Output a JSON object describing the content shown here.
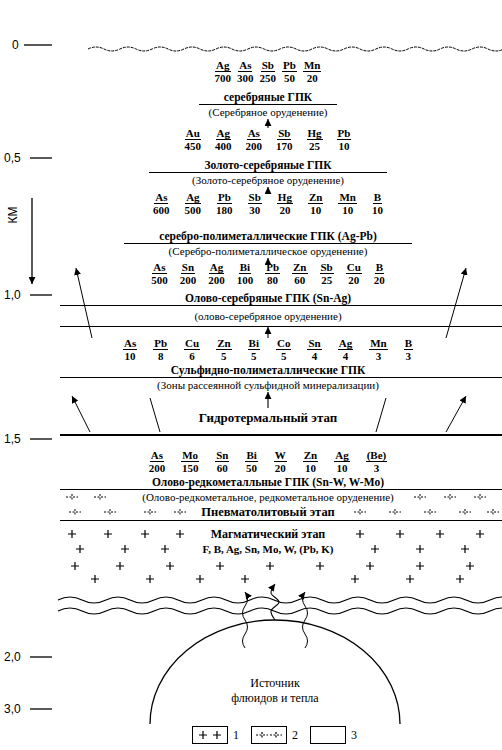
{
  "diagram": {
    "nodes": [
      {
        "text": [
          "Ag",
          "700",
          "As",
          "300",
          "Sb",
          "250",
          "Pb",
          "50",
          "Mn",
          "20",
          "серебряные ГПК",
          "(Серебряное оруденение)"
        ]
      },
      {
        "text": [
          "Au",
          "450",
          "Ag",
          "400",
          "As",
          "200",
          "Sb",
          "170",
          "Hg",
          "25",
          "Pb",
          "10",
          "Золото-серебряные ГПК",
          "(Золото-серебряное оруденение)"
        ]
      },
      {
        "text": [
          "As",
          "600",
          "Ag",
          "500",
          "Pb",
          "180",
          "Sb",
          "30",
          "Hg",
          "20",
          "Zn",
          "10",
          "Mn",
          "10",
          "B",
          "10",
          "серебро-полиметаллические ГПК (Ag-Pb)",
          "(Серебро-полиметаллическое оруденение)"
        ]
      },
      {
        "text": [
          "As",
          "500",
          "Sn",
          "200",
          "Ag",
          "200",
          "Bi",
          "100",
          "Pb",
          "80",
          "Zn",
          "60",
          "Sb",
          "25",
          "Cu",
          "20",
          "B",
          "20",
          "Олово-серебряные ГПК (Sn-Ag)",
          "(олово-серебряное оруденение)"
        ]
      },
      {
        "text": [
          "As",
          "10",
          "Pb",
          "8",
          "Cu",
          "6",
          "Zn",
          "5",
          "Bi",
          "5",
          "Co",
          "5",
          "Sn",
          "4",
          "Ag",
          "4",
          "Mn",
          "3",
          "B",
          "3",
          "Сульфидно-полиметаллические ГПК",
          "(Зоны рассеянной сульфидной минерализации)"
        ]
      },
      {
        "text": [
          "Гидротермальный этап"
        ]
      },
      {
        "text": [
          "As",
          "200",
          "Mo",
          "150",
          "Sn",
          "60",
          "Bi",
          "50",
          "W",
          "20",
          "Zn",
          "10",
          "Ag",
          "10",
          "(Be)",
          "3",
          "Олово-редкометалльные ГПК (Sn-W, W-Mo)",
          "(Олово-редкометальное, редкометальное оруденение)"
        ]
      },
      {
        "text": [
          "Пневматолитовый этап"
        ]
      },
      {
        "text": [
          "Магматический этап",
          "F, B, Ag, Sn, Mo, W, (Pb, K)"
        ]
      },
      {
        "text": [
          "Источник флюидов и тепла"
        ]
      }
    ],
    "edges": [
      {
        "from": 1,
        "to": 0,
        "arrow": "to"
      },
      {
        "from": 2,
        "to": 1,
        "arrow": "to"
      },
      {
        "from": 3,
        "to": 2,
        "arrow": "to"
      },
      {
        "from": 4,
        "to": 3,
        "arrow": "to"
      },
      {
        "from": 5,
        "to": 4,
        "arrow": "to"
      },
      {
        "from": 9,
        "to": 8,
        "arrow": "to"
      }
    ],
    "labels": [
      "0",
      "0,5",
      "1,0",
      "1,5",
      "2,0",
      "3,0",
      "КМ"
    ],
    "legend": [
      {
        "text": "1"
      },
      {
        "text": "2"
      },
      {
        "text": "3"
      }
    ]
  }
}
